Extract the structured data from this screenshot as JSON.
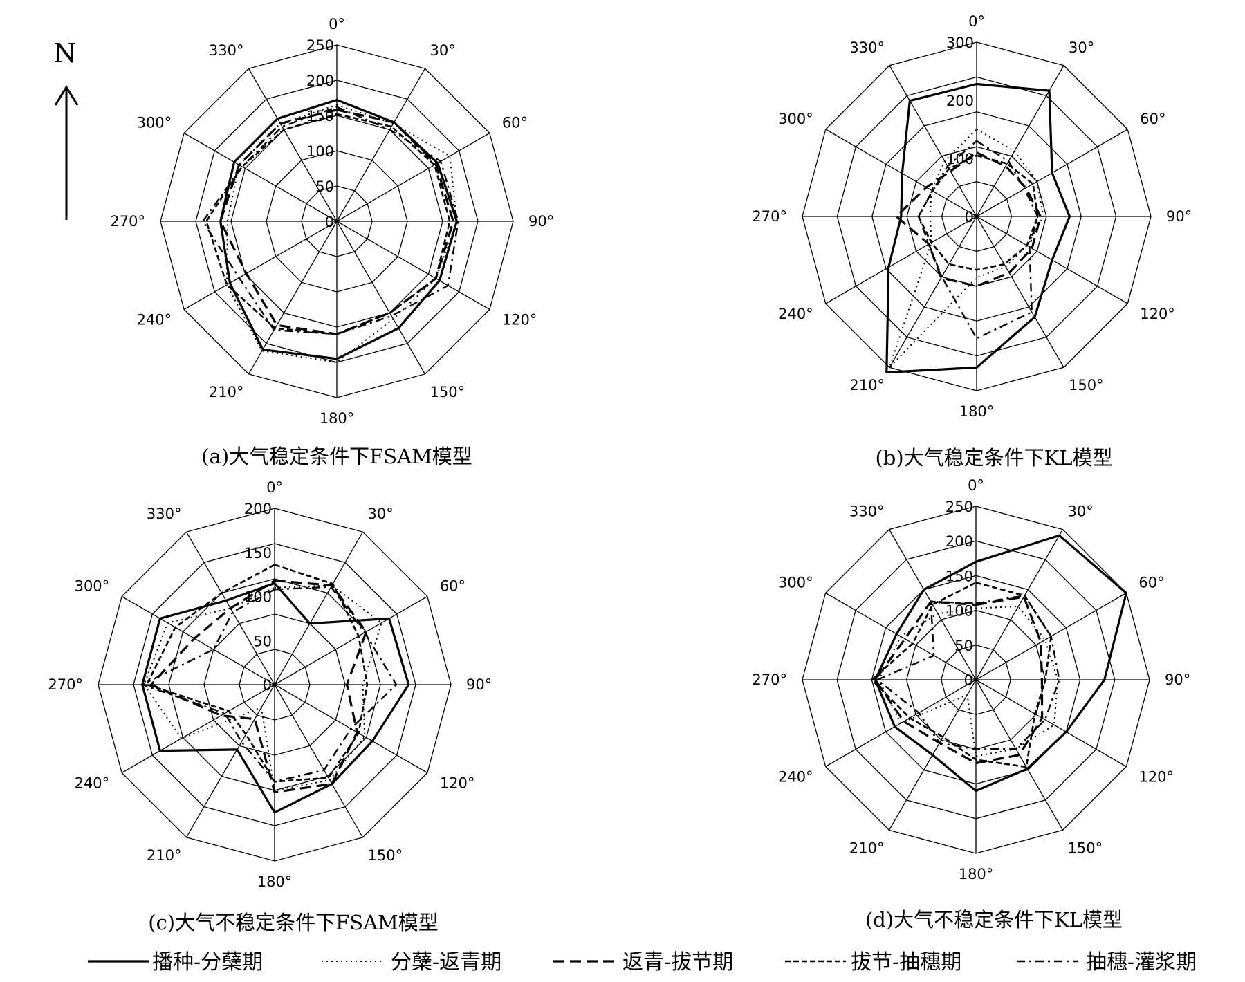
{
  "north": {
    "label": "N"
  },
  "line_styles": [
    {
      "dash": "",
      "width": 3.2
    },
    {
      "dash": "2 5",
      "width": 2
    },
    {
      "dash": "16 8",
      "width": 3.2
    },
    {
      "dash": "8 4",
      "width": 2.6
    },
    {
      "dash": "12 6 3 6",
      "width": 2.4
    }
  ],
  "legend": [
    {
      "label": "播种-分蘖期"
    },
    {
      "label": "分蘖-返青期"
    },
    {
      "label": "返青-拔节期"
    },
    {
      "label": "拔节-抽穗期"
    },
    {
      "label": "抽穗-灌浆期"
    }
  ],
  "chart_data": [
    {
      "type": "radar",
      "caption": "(a)大气稳定条件下FSAM模型",
      "angles": [
        "0°",
        "30°",
        "60°",
        "90°",
        "120°",
        "150°",
        "180°",
        "210°",
        "240°",
        "270°",
        "300°",
        "330°"
      ],
      "ticks": [
        0,
        50,
        100,
        150,
        200,
        250
      ],
      "rmax": 250,
      "series": [
        {
          "values": [
            172,
            162,
            165,
            170,
            168,
            175,
            195,
            210,
            175,
            165,
            168,
            168
          ]
        },
        {
          "values": [
            165,
            160,
            185,
            170,
            162,
            160,
            200,
            212,
            180,
            155,
            160,
            160
          ]
        },
        {
          "values": [
            158,
            162,
            162,
            165,
            162,
            150,
            160,
            170,
            148,
            165,
            160,
            160
          ]
        },
        {
          "values": [
            152,
            155,
            160,
            160,
            162,
            150,
            160,
            175,
            180,
            185,
            155,
            150
          ]
        },
        {
          "values": [
            162,
            150,
            170,
            172,
            182,
            155,
            160,
            178,
            160,
            190,
            155,
            155
          ]
        }
      ]
    },
    {
      "type": "radar",
      "caption": "(b)大气稳定条件下KL模型",
      "angles": [
        "0°",
        "30°",
        "60°",
        "90°",
        "120°",
        "150°",
        "180°",
        "210°",
        "240°",
        "270°",
        "300°",
        "330°"
      ],
      "ticks": [
        0,
        100,
        200,
        300
      ],
      "rmax": 300,
      "series": [
        {
          "values": [
            228,
            250,
            150,
            160,
            150,
            200,
            260,
            310,
            175,
            130,
            148,
            230
          ]
        },
        {
          "values": [
            150,
            130,
            120,
            115,
            100,
            100,
            105,
            300,
            90,
            80,
            90,
            110
          ]
        },
        {
          "values": [
            110,
            100,
            98,
            110,
            110,
            112,
            120,
            122,
            95,
            138,
            100,
            90
          ]
        },
        {
          "values": [
            105,
            105,
            112,
            105,
            100,
            95,
            92,
            95,
            90,
            100,
            88,
            95
          ]
        },
        {
          "values": [
            130,
            110,
            95,
            105,
            105,
            190,
            210,
            120,
            95,
            100,
            88,
            100
          ]
        }
      ]
    },
    {
      "type": "radar",
      "caption": "(c)大气不稳定条件下FSAM模型",
      "angles": [
        "0°",
        "30°",
        "60°",
        "90°",
        "120°",
        "150°",
        "180°",
        "210°",
        "240°",
        "270°",
        "300°",
        "330°"
      ],
      "ticks": [
        0,
        50,
        100,
        150,
        200
      ],
      "rmax": 200,
      "series": [
        {
          "values": [
            115,
            80,
            150,
            152,
            128,
            130,
            145,
            85,
            150,
            150,
            150,
            110
          ]
        },
        {
          "values": [
            110,
            130,
            140,
            100,
            118,
            125,
            120,
            30,
            122,
            148,
            140,
            100
          ]
        },
        {
          "values": [
            118,
            130,
            120,
            82,
            108,
            130,
            122,
            45,
            70,
            140,
            105,
            100
          ]
        },
        {
          "values": [
            136,
            132,
            110,
            105,
            110,
            122,
            110,
            65,
            60,
            145,
            130,
            120
          ]
        },
        {
          "values": [
            108,
            128,
            118,
            138,
            100,
            112,
            110,
            75,
            65,
            150,
            80,
            95
          ]
        }
      ]
    },
    {
      "type": "radar",
      "caption": "(d)大气不稳定条件下KL模型",
      "angles": [
        "0°",
        "30°",
        "60°",
        "90°",
        "120°",
        "150°",
        "180°",
        "210°",
        "240°",
        "270°",
        "300°",
        "330°"
      ],
      "ticks": [
        0,
        50,
        100,
        150,
        200,
        250
      ],
      "rmax": 250,
      "series": [
        {
          "values": [
            170,
            240,
            250,
            185,
            150,
            148,
            160,
            125,
            135,
            145,
            132,
            150
          ]
        },
        {
          "values": [
            103,
            122,
            115,
            118,
            130,
            115,
            110,
            25,
            125,
            140,
            125,
            110
          ]
        },
        {
          "values": [
            108,
            138,
            108,
            95,
            110,
            125,
            120,
            105,
            120,
            145,
            118,
            130
          ]
        },
        {
          "values": [
            140,
            140,
            125,
            100,
            98,
            145,
            115,
            95,
            110,
            150,
            105,
            125
          ]
        },
        {
          "values": [
            110,
            140,
            125,
            120,
            115,
            115,
            100,
            105,
            95,
            142,
            70,
            130
          ]
        }
      ]
    }
  ]
}
